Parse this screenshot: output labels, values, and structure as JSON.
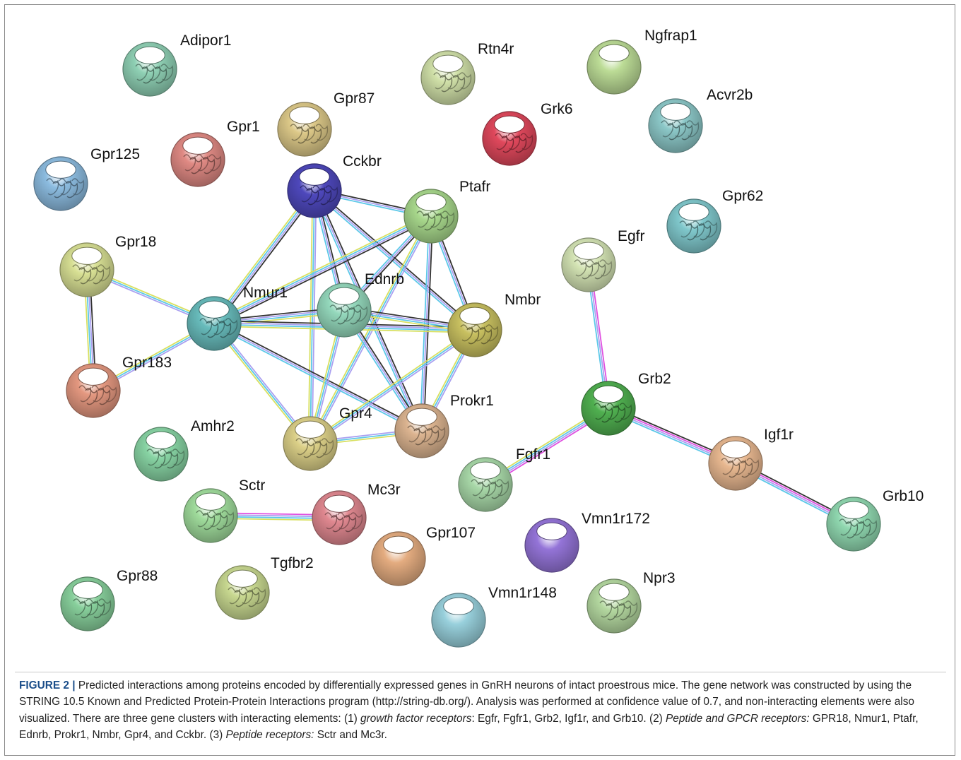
{
  "figure": {
    "label": "FIGURE 2",
    "bar": "|",
    "caption_parts": [
      {
        "text": " Predicted interactions among proteins encoded by differentially expressed genes in GnRH neurons of intact proestrous mice. The gene network was constructed by using the STRING 10.5 Known and Predicted Protein-Protein Interactions program (http://string-db.org/). Analysis was performed at confidence value of 0.7, and non-interacting elements were also visualized. There are three gene clusters with interacting elements: (1) ",
        "italic": false
      },
      {
        "text": "growth factor receptors",
        "italic": true
      },
      {
        "text": ": Egfr, Fgfr1, Grb2, Igf1r, and Grb10. (2) ",
        "italic": false
      },
      {
        "text": "Peptide and GPCR receptors:",
        "italic": true
      },
      {
        "text": " GPR18, Nmur1, Ptafr, Ednrb, Prokr1, Nmbr, Gpr4, and Cckbr. (3) ",
        "italic": false
      },
      {
        "text": "Peptide receptors:",
        "italic": true
      },
      {
        "text": " Sctr and Mc3r.",
        "italic": false
      }
    ]
  },
  "network": {
    "nodes": [
      {
        "id": "Adipor1",
        "color": "#8fd0b4",
        "structure": true
      },
      {
        "id": "Rtn4r",
        "color": "#d0e0a8",
        "structure": true
      },
      {
        "id": "Ngfrap1",
        "color": "#bcdc96",
        "structure": false
      },
      {
        "id": "Gpr87",
        "color": "#dcc888",
        "structure": true
      },
      {
        "id": "Grk6",
        "color": "#e0485c",
        "structure": true
      },
      {
        "id": "Acvr2b",
        "color": "#8cc8c8",
        "structure": true
      },
      {
        "id": "Gpr1",
        "color": "#e08a84",
        "structure": true
      },
      {
        "id": "Gpr125",
        "color": "#8cbce0",
        "structure": true
      },
      {
        "id": "Cckbr",
        "color": "#4e48bc",
        "structure": true
      },
      {
        "id": "Ptafr",
        "color": "#a8d88c",
        "structure": true
      },
      {
        "id": "Gpr62",
        "color": "#80c8cc",
        "structure": true
      },
      {
        "id": "Egfr",
        "color": "#d4e4b4",
        "structure": true
      },
      {
        "id": "Gpr18",
        "color": "#d8e094",
        "structure": true
      },
      {
        "id": "Nmur1",
        "color": "#68bcbc",
        "structure": true
      },
      {
        "id": "Ednrb",
        "color": "#94d8bc",
        "structure": true
      },
      {
        "id": "Nmbr",
        "color": "#c8c060",
        "structure": true
      },
      {
        "id": "Gpr183",
        "color": "#e49880",
        "structure": true
      },
      {
        "id": "Grb2",
        "color": "#50b050",
        "structure": true
      },
      {
        "id": "Prokr1",
        "color": "#dcb490",
        "structure": true
      },
      {
        "id": "Gpr4",
        "color": "#dcd088",
        "structure": true
      },
      {
        "id": "Amhr2",
        "color": "#88d4a4",
        "structure": true
      },
      {
        "id": "Igf1r",
        "color": "#e8b890",
        "structure": true
      },
      {
        "id": "Fgfr1",
        "color": "#a8d8a8",
        "structure": true
      },
      {
        "id": "Sctr",
        "color": "#a0dc9c",
        "structure": true
      },
      {
        "id": "Mc3r",
        "color": "#e08890",
        "structure": true
      },
      {
        "id": "Grb10",
        "color": "#90d8b0",
        "structure": true
      },
      {
        "id": "Vmn1r172",
        "color": "#9474d8",
        "structure": false
      },
      {
        "id": "Gpr107",
        "color": "#e4ac80",
        "structure": false
      },
      {
        "id": "Tgfbr2",
        "color": "#c8d890",
        "structure": true
      },
      {
        "id": "Gpr88",
        "color": "#88d09c",
        "structure": true
      },
      {
        "id": "Npr3",
        "color": "#b4d8a0",
        "structure": true
      },
      {
        "id": "Vmn1r148",
        "color": "#98d0dc",
        "structure": false
      }
    ],
    "edges": [
      {
        "a": "Cckbr",
        "b": "Nmur1",
        "colors": [
          "#333333",
          "#aaa0f0",
          "#5cc8e8",
          "#d8e060"
        ]
      },
      {
        "a": "Cckbr",
        "b": "Ptafr",
        "colors": [
          "#333333",
          "#aaa0f0",
          "#5cc8e8"
        ]
      },
      {
        "a": "Cckbr",
        "b": "Ednrb",
        "colors": [
          "#333333",
          "#aaa0f0",
          "#5cc8e8"
        ]
      },
      {
        "a": "Cckbr",
        "b": "Nmbr",
        "colors": [
          "#333333",
          "#aaa0f0",
          "#5cc8e8"
        ]
      },
      {
        "a": "Cckbr",
        "b": "Gpr4",
        "colors": [
          "#aaa0f0",
          "#5cc8e8",
          "#d8e060"
        ]
      },
      {
        "a": "Cckbr",
        "b": "Prokr1",
        "colors": [
          "#333333",
          "#aaa0f0",
          "#5cc8e8"
        ]
      },
      {
        "a": "Ptafr",
        "b": "Nmur1",
        "colors": [
          "#333333",
          "#aaa0f0",
          "#5cc8e8",
          "#d8e060"
        ]
      },
      {
        "a": "Ptafr",
        "b": "Ednrb",
        "colors": [
          "#333333",
          "#aaa0f0",
          "#5cc8e8"
        ]
      },
      {
        "a": "Ptafr",
        "b": "Nmbr",
        "colors": [
          "#333333",
          "#aaa0f0",
          "#5cc8e8"
        ]
      },
      {
        "a": "Ptafr",
        "b": "Gpr4",
        "colors": [
          "#aaa0f0",
          "#5cc8e8",
          "#d8e060"
        ]
      },
      {
        "a": "Ptafr",
        "b": "Prokr1",
        "colors": [
          "#333333",
          "#aaa0f0",
          "#5cc8e8"
        ]
      },
      {
        "a": "Nmur1",
        "b": "Ednrb",
        "colors": [
          "#333333",
          "#aaa0f0",
          "#5cc8e8",
          "#d8e060"
        ]
      },
      {
        "a": "Nmur1",
        "b": "Nmbr",
        "colors": [
          "#333333",
          "#aaa0f0",
          "#5cc8e8",
          "#d8e060"
        ]
      },
      {
        "a": "Nmur1",
        "b": "Gpr4",
        "colors": [
          "#aaa0f0",
          "#5cc8e8",
          "#d8e060"
        ]
      },
      {
        "a": "Nmur1",
        "b": "Prokr1",
        "colors": [
          "#333333",
          "#aaa0f0",
          "#5cc8e8"
        ]
      },
      {
        "a": "Nmur1",
        "b": "Gpr18",
        "colors": [
          "#aaa0f0",
          "#5cc8e8",
          "#d8e060"
        ]
      },
      {
        "a": "Nmur1",
        "b": "Gpr183",
        "colors": [
          "#aaa0f0",
          "#5cc8e8",
          "#d8e060"
        ]
      },
      {
        "a": "Ednrb",
        "b": "Nmbr",
        "colors": [
          "#333333",
          "#aaa0f0",
          "#5cc8e8",
          "#d8e060"
        ]
      },
      {
        "a": "Ednrb",
        "b": "Gpr4",
        "colors": [
          "#aaa0f0",
          "#5cc8e8",
          "#d8e060"
        ]
      },
      {
        "a": "Ednrb",
        "b": "Prokr1",
        "colors": [
          "#333333",
          "#aaa0f0",
          "#5cc8e8"
        ]
      },
      {
        "a": "Nmbr",
        "b": "Gpr4",
        "colors": [
          "#aaa0f0",
          "#5cc8e8",
          "#d8e060"
        ]
      },
      {
        "a": "Nmbr",
        "b": "Prokr1",
        "colors": [
          "#aaa0f0",
          "#5cc8e8",
          "#d8e060"
        ]
      },
      {
        "a": "Gpr4",
        "b": "Prokr1",
        "colors": [
          "#aaa0f0",
          "#5cc8e8",
          "#d8e060"
        ]
      },
      {
        "a": "Gpr18",
        "b": "Gpr183",
        "colors": [
          "#333333",
          "#aaa0f0",
          "#5cc8e8",
          "#d8e060"
        ]
      },
      {
        "a": "Egfr",
        "b": "Grb2",
        "colors": [
          "#e050e0",
          "#aaa0f0",
          "#5cc8e8"
        ]
      },
      {
        "a": "Grb2",
        "b": "Fgfr1",
        "colors": [
          "#e050e0",
          "#aaa0f0",
          "#5cc8e8",
          "#d8e060"
        ]
      },
      {
        "a": "Grb2",
        "b": "Igf1r",
        "colors": [
          "#333333",
          "#e050e0",
          "#aaa0f0",
          "#5cc8e8"
        ]
      },
      {
        "a": "Igf1r",
        "b": "Grb10",
        "colors": [
          "#333333",
          "#e050e0",
          "#aaa0f0",
          "#5cc8e8"
        ]
      },
      {
        "a": "Sctr",
        "b": "Mc3r",
        "colors": [
          "#e050e0",
          "#aaa0f0",
          "#5cc8e8",
          "#d8e060"
        ]
      }
    ]
  }
}
